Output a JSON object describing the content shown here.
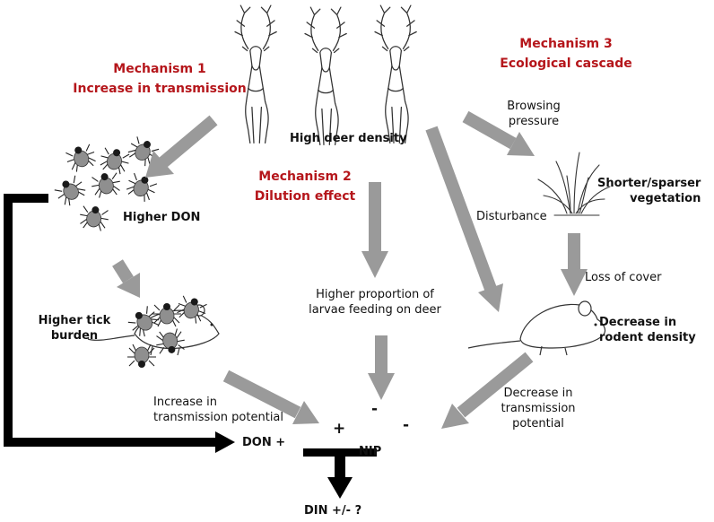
{
  "mechanisms": {
    "m1": {
      "line1": "Mechanism 1",
      "line2": "Increase in transmission"
    },
    "m2": {
      "line1": "Mechanism 2",
      "line2": "Dilution effect"
    },
    "m3": {
      "line1": "Mechanism 3",
      "line2": "Ecological cascade"
    }
  },
  "nodes": {
    "deer": "High deer density",
    "higher_don": "Higher DON",
    "higher_tick_line1": "Higher tick",
    "higher_tick_line2": "burden",
    "larvae_line1": "Higher proportion of",
    "larvae_line2": "larvae feeding on deer",
    "vegetation_line1": "Shorter/sparser",
    "vegetation_line2": "vegetation",
    "rodent_line1": "Decrease in",
    "rodent_line2": "rodent density",
    "don_plus": "DON +",
    "nip": "NIP",
    "din": "DIN +/- ?"
  },
  "edge_labels": {
    "browsing_line1": "Browsing",
    "browsing_line2": "pressure",
    "disturbance": "Disturbance",
    "loss_of_cover": "Loss of cover",
    "increase_line1": "Increase in",
    "increase_line2": "transmission potential",
    "decrease_line1": "Decrease in",
    "decrease_line2": "transmission",
    "decrease_line3": "potential"
  },
  "signs": {
    "plus": "+",
    "minus_middle": "-",
    "minus_right": "-"
  },
  "colors": {
    "mechanism_red": "#b5161b",
    "arrow_gray": "#9a9a9a",
    "arrow_black": "#000000",
    "tick_gray": "#8f8f8f"
  }
}
